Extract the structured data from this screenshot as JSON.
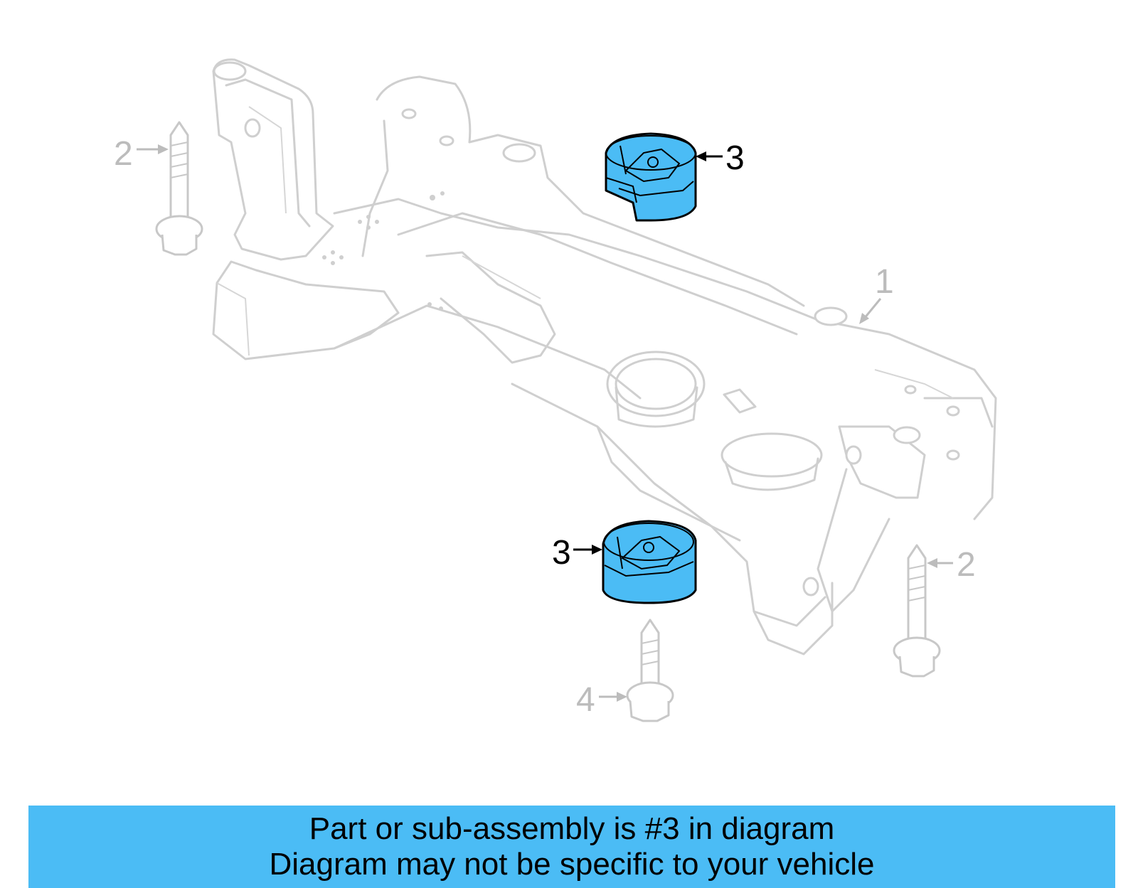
{
  "colors": {
    "highlight": "#4bbcf5",
    "frame_outline": "#cfcfcf",
    "callout_grey": "#bcbcbc",
    "callout_black": "#000000",
    "banner_background": "#4bbcf5"
  },
  "callouts": {
    "subframe": "1",
    "bolt_left": "2",
    "bolt_right": "2",
    "mount_top": "3",
    "mount_bottom": "3",
    "bolt_front": "4"
  },
  "caption": {
    "line1": "Part or sub-assembly is #3 in diagram",
    "line2": "Diagram may not be specific to your vehicle"
  }
}
